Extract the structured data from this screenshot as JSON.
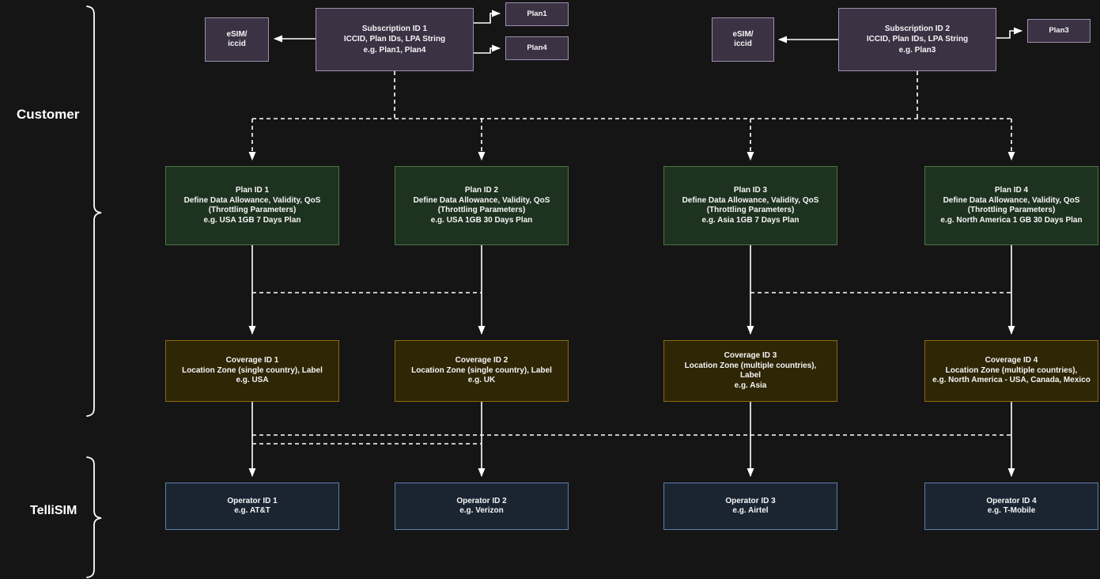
{
  "section_labels": {
    "customer": "Customer",
    "tellisim": "TelliSIM"
  },
  "subscriptions": [
    {
      "esim_line1": "eSIM/",
      "esim_line2": "iccid",
      "title": "Subscription ID 1",
      "line2": "ICCID, Plan IDs, LPA String",
      "line3": "e.g. Plan1, Plan4",
      "plan_refs": [
        "Plan1",
        "Plan4"
      ]
    },
    {
      "esim_line1": "eSIM/",
      "esim_line2": "iccid",
      "title": "Subscription ID 2",
      "line2": "ICCID, Plan IDs, LPA String",
      "line3": "e.g. Plan3",
      "plan_refs": [
        "Plan3"
      ]
    }
  ],
  "plans": [
    {
      "title": "Plan ID 1",
      "line2": "Define Data Allowance, Validity, QoS",
      "line3": "(Throttling Parameters)",
      "line4": "e.g. USA 1GB 7 Days Plan"
    },
    {
      "title": "Plan ID 2",
      "line2": "Define Data Allowance, Validity, QoS",
      "line3": "(Throttling Parameters)",
      "line4": "e.g. USA 1GB 30 Days Plan"
    },
    {
      "title": "Plan ID 3",
      "line2": "Define Data Allowance, Validity, QoS",
      "line3": "(Throttling Parameters)",
      "line4": "e.g. Asia 1GB 7 Days Plan"
    },
    {
      "title": "Plan ID 4",
      "line2": "Define Data Allowance, Validity, QoS",
      "line3": "(Throttling Parameters)",
      "line4": "e.g. North America 1 GB 30 Days Plan"
    }
  ],
  "coverages": [
    {
      "title": "Coverage ID 1",
      "line2": "Location Zone (single country), Label",
      "line3": "e.g. USA"
    },
    {
      "title": "Coverage ID 2",
      "line2": "Location Zone (single country), Label",
      "line3": "e.g. UK"
    },
    {
      "title": "Coverage ID 3",
      "line2": "Location Zone (multiple countries),",
      "line3": "Label",
      "line4": "e.g. Asia"
    },
    {
      "title": "Coverage ID 4",
      "line2": "Location Zone (multiple countries),",
      "line3": "e.g. North America - USA, Canada, Mexico"
    }
  ],
  "operators": [
    {
      "title": "Operator ID 1",
      "example": "e.g. AT&T"
    },
    {
      "title": "Operator ID 2",
      "example": "e.g. Verizon"
    },
    {
      "title": "Operator ID 3",
      "example": "e.g. Airtel"
    },
    {
      "title": "Operator ID 4",
      "example": "e.g. T-Mobile"
    }
  ],
  "colors": {
    "background": "#151515",
    "subscription_fill": "#3b3244",
    "subscription_border": "#9c8fae",
    "plan_fill": "#1e3220",
    "plan_border": "#4c7741",
    "coverage_fill": "#2f2606",
    "coverage_border": "#8d690e",
    "operator_fill": "#1b2532",
    "operator_border": "#5c7fa8",
    "connector": "#ffffff",
    "text": "#f5f5f5"
  }
}
